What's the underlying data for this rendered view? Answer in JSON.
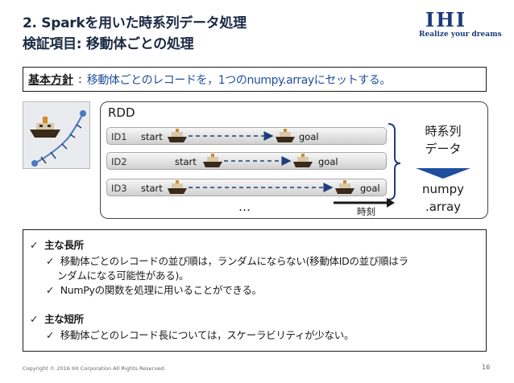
{
  "header": {
    "title_line1": "2. Sparkを用いた時系列データ処理",
    "title_line2": "検証項目: 移動体ごとの処理",
    "logo_text": "IHI",
    "logo_tagline": "Realize your dreams"
  },
  "policy": {
    "label": "基本方針",
    "separator": ":",
    "text": "移動体ごとのレコードを，1つのnumpy.arrayにセットする。"
  },
  "rdd": {
    "label": "RDD",
    "rows": [
      {
        "id": "ID1",
        "start": "start",
        "goal": "goal"
      },
      {
        "id": "ID2",
        "start": "start",
        "goal": "goal"
      },
      {
        "id": "ID3",
        "start": "start",
        "goal": "goal"
      }
    ],
    "ellipsis": "…",
    "time_axis_label": "時刻"
  },
  "right": {
    "timeseries_line1": "時系列",
    "timeseries_line2": "データ",
    "numpy_line1": "numpy",
    "numpy_line2": ".array"
  },
  "bullets": {
    "pros_heading": "主な長所",
    "pros_1a": "移動体ごとのレコードの並び順は，ランダムにならない(移動体IDの並び順はラ",
    "pros_1b": "ンダムになる可能性がある)。",
    "pros_2": "NumPyの関数を処理に用いることができる。",
    "cons_heading": "主な短所",
    "cons_1": "移動体ごとのレコード長については，スケーラビリティが少ない。"
  },
  "footer": {
    "copyright": "Copyright © 2016 IHI Corporation All Rights Reserved.",
    "page_number": "16"
  },
  "colors": {
    "title": "#1b2a44",
    "policy_text": "#1f4e9c",
    "arrow": "#1f3f7a",
    "track": "#4a78c2"
  }
}
